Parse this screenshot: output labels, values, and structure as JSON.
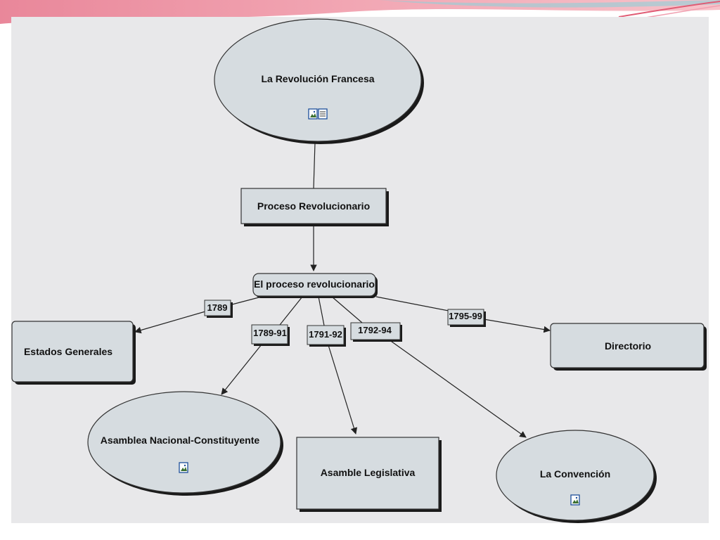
{
  "colors": {
    "background": "#e8e8ea",
    "node_fill": "#d6dce0",
    "node_stroke": "#333333",
    "shadow": "#1a1a1a",
    "line": "#222222"
  },
  "nodes": {
    "revolucion_francesa": {
      "label": "La Revolución Francesa",
      "shape": "ellipse",
      "icons": [
        "image-icon",
        "document-icon"
      ]
    },
    "proceso_revolucionario_box": {
      "label": "Proceso Revolucionario",
      "shape": "rectangle"
    },
    "el_proceso": {
      "label": "El proceso revolucionario",
      "shape": "rounded-rectangle"
    },
    "estados_generales": {
      "label": "Estados Generales",
      "shape": "rounded-rectangle"
    },
    "asamblea_nacional": {
      "label": "Asamblea Nacional-Constituyente",
      "shape": "ellipse",
      "icons": [
        "image-icon"
      ]
    },
    "asamblea_legislativa": {
      "label": "Asamble Legislativa",
      "shape": "rectangle"
    },
    "convencion": {
      "label": "La Convención",
      "shape": "ellipse",
      "icons": [
        "image-icon"
      ]
    },
    "directorio": {
      "label": "Directorio",
      "shape": "rounded-rectangle"
    }
  },
  "links": [
    {
      "from": "revolucion_francesa",
      "to": "proceso_revolucionario_box",
      "label": ""
    },
    {
      "from": "proceso_revolucionario_box",
      "to": "el_proceso",
      "label": ""
    },
    {
      "from": "el_proceso",
      "to": "estados_generales",
      "label": "1789"
    },
    {
      "from": "el_proceso",
      "to": "asamblea_nacional",
      "label": "1789-91"
    },
    {
      "from": "el_proceso",
      "to": "asamblea_legislativa",
      "label": "1791-92"
    },
    {
      "from": "el_proceso",
      "to": "convencion",
      "label": "1792-94"
    },
    {
      "from": "el_proceso",
      "to": "directorio",
      "label": "1795-99"
    }
  ]
}
